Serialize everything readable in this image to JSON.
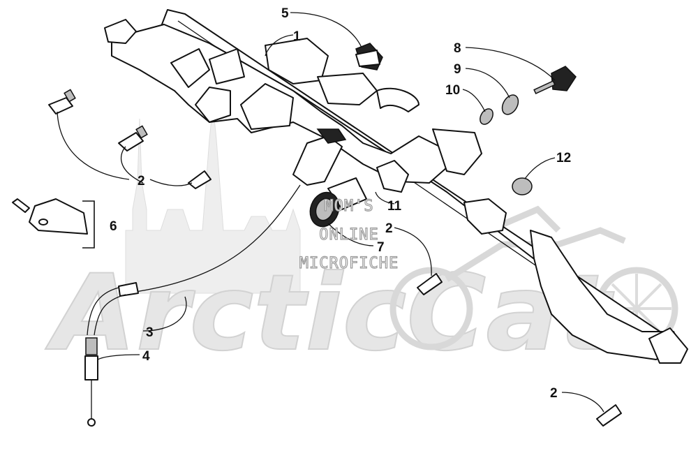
{
  "diagram": {
    "watermark": {
      "brand": "ArcticCat",
      "line1": "MOM'S",
      "line2": "ONLINE",
      "line3": "MICROFICHE"
    },
    "callouts": [
      {
        "id": "c1",
        "label": "1"
      },
      {
        "id": "c2a",
        "label": "2"
      },
      {
        "id": "c2b",
        "label": "2"
      },
      {
        "id": "c2c",
        "label": "2"
      },
      {
        "id": "c3",
        "label": "3"
      },
      {
        "id": "c4",
        "label": "4"
      },
      {
        "id": "c5",
        "label": "5"
      },
      {
        "id": "c6",
        "label": "6"
      },
      {
        "id": "c7",
        "label": "7"
      },
      {
        "id": "c8",
        "label": "8"
      },
      {
        "id": "c9",
        "label": "9"
      },
      {
        "id": "c10",
        "label": "10"
      },
      {
        "id": "c11",
        "label": "11"
      },
      {
        "id": "c12",
        "label": "12"
      }
    ]
  }
}
